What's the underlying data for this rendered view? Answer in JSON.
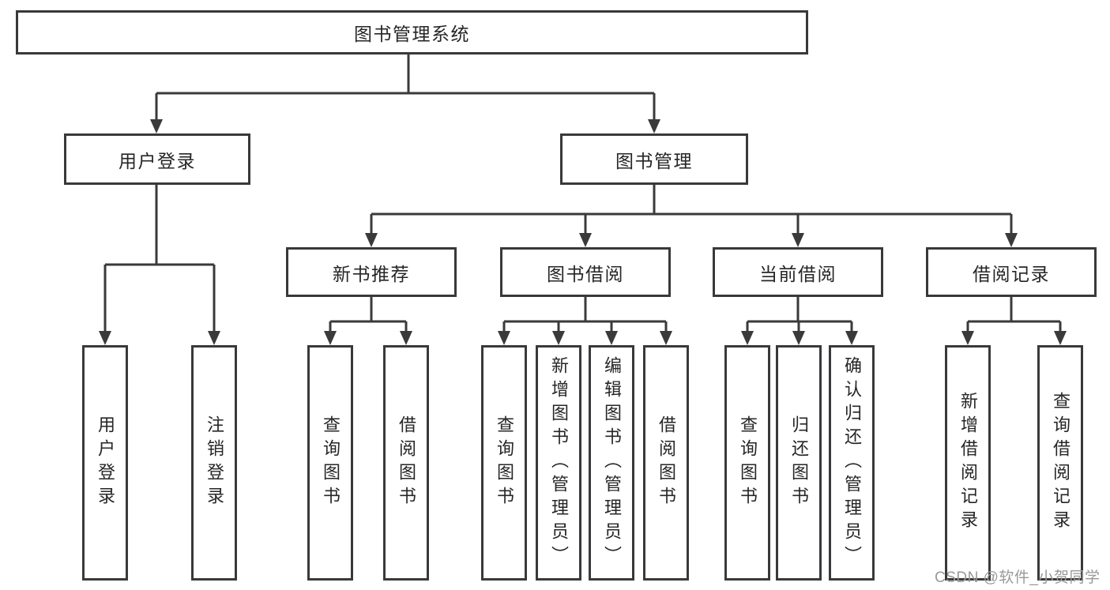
{
  "diagram": {
    "type": "tree",
    "title": "图书管理系统",
    "line_color": "#3a3a3a",
    "box_border_color": "#39393c",
    "text_color": "#262626",
    "background": "#ffffff",
    "nodes": {
      "root": {
        "label": "图书管理系统",
        "children": [
          "user_login",
          "book_mgmt"
        ]
      },
      "user_login": {
        "label": "用户登录",
        "children": [
          "login",
          "logout"
        ]
      },
      "book_mgmt": {
        "label": "图书管理",
        "children": [
          "new_books",
          "borrowing",
          "current",
          "records"
        ]
      },
      "new_books": {
        "label": "新书推荐",
        "children": [
          "nb_query",
          "nb_borrow"
        ]
      },
      "borrowing": {
        "label": "图书借阅",
        "children": [
          "bw_query",
          "bw_add",
          "bw_edit",
          "bw_borrow"
        ]
      },
      "current": {
        "label": "当前借阅",
        "children": [
          "cu_query",
          "cu_return",
          "cu_confirm"
        ]
      },
      "records": {
        "label": "借阅记录",
        "children": [
          "rc_add",
          "rc_query"
        ]
      },
      "login": {
        "label": "用户登录",
        "children": []
      },
      "logout": {
        "label": "注销登录",
        "children": []
      },
      "nb_query": {
        "label": "查询图书",
        "children": []
      },
      "nb_borrow": {
        "label": "借阅图书",
        "children": []
      },
      "bw_query": {
        "label": "查询图书",
        "children": []
      },
      "bw_add": {
        "label": "新增图书（管理员）",
        "children": []
      },
      "bw_edit": {
        "label": "编辑图书（管理员）",
        "children": []
      },
      "bw_borrow": {
        "label": "借阅图书",
        "children": []
      },
      "cu_query": {
        "label": "查询图书",
        "children": []
      },
      "cu_return": {
        "label": "归还图书",
        "children": []
      },
      "cu_confirm": {
        "label": "确认归还（管理员）",
        "children": []
      },
      "rc_add": {
        "label": "新增借阅记录",
        "children": []
      },
      "rc_query": {
        "label": "查询借阅记录",
        "children": []
      }
    }
  },
  "watermark": {
    "text": "CSDN @软件_小贺同学",
    "color": "#999999"
  }
}
